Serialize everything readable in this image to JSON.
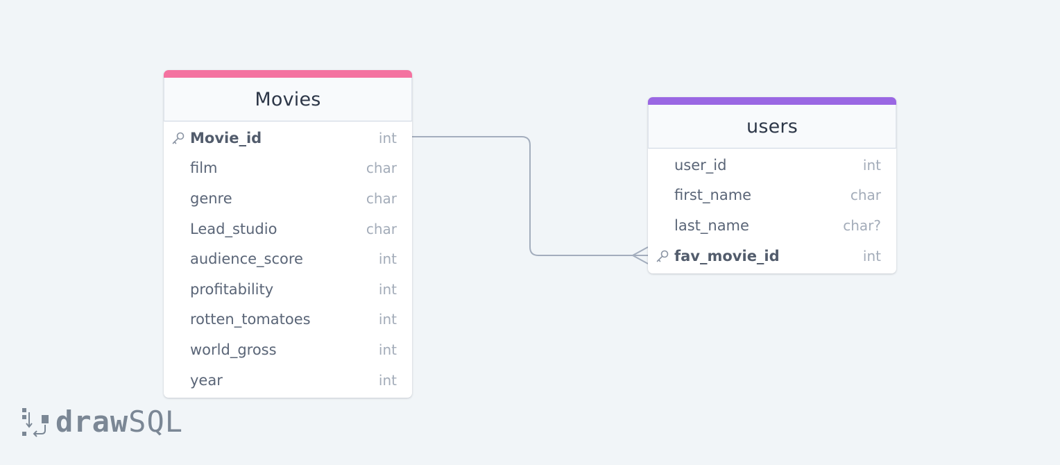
{
  "canvas": {
    "background": "#f1f5f8"
  },
  "tables": [
    {
      "id": "movies",
      "name": "Movies",
      "accent_color": "#f472a0",
      "columns": [
        {
          "name": "Movie_id",
          "type": "int",
          "key": true
        },
        {
          "name": "film",
          "type": "char",
          "key": false
        },
        {
          "name": "genre",
          "type": "char",
          "key": false
        },
        {
          "name": "Lead_studio",
          "type": "char",
          "key": false
        },
        {
          "name": "audience_score",
          "type": "int",
          "key": false
        },
        {
          "name": "profitability",
          "type": "int",
          "key": false
        },
        {
          "name": "rotten_tomatoes",
          "type": "int",
          "key": false
        },
        {
          "name": "world_gross",
          "type": "int",
          "key": false
        },
        {
          "name": "year",
          "type": "int",
          "key": false
        }
      ]
    },
    {
      "id": "users",
      "name": "users",
      "accent_color": "#9a67e3",
      "columns": [
        {
          "name": "user_id",
          "type": "int",
          "key": false
        },
        {
          "name": "first_name",
          "type": "char",
          "key": false
        },
        {
          "name": "last_name",
          "type": "char?",
          "key": false
        },
        {
          "name": "fav_movie_id",
          "type": "int",
          "key": true
        }
      ]
    }
  ],
  "relations": [
    {
      "from": "Movies.Movie_id",
      "to": "users.fav_movie_id",
      "cardinality": "one-to-many",
      "line_color": "#a3adbd"
    }
  ],
  "branding": {
    "logo_icon": "drawsql-logo-icon",
    "logo_text_bold": "draw",
    "logo_text_light": "SQL",
    "logo_color": "#7b8795"
  }
}
